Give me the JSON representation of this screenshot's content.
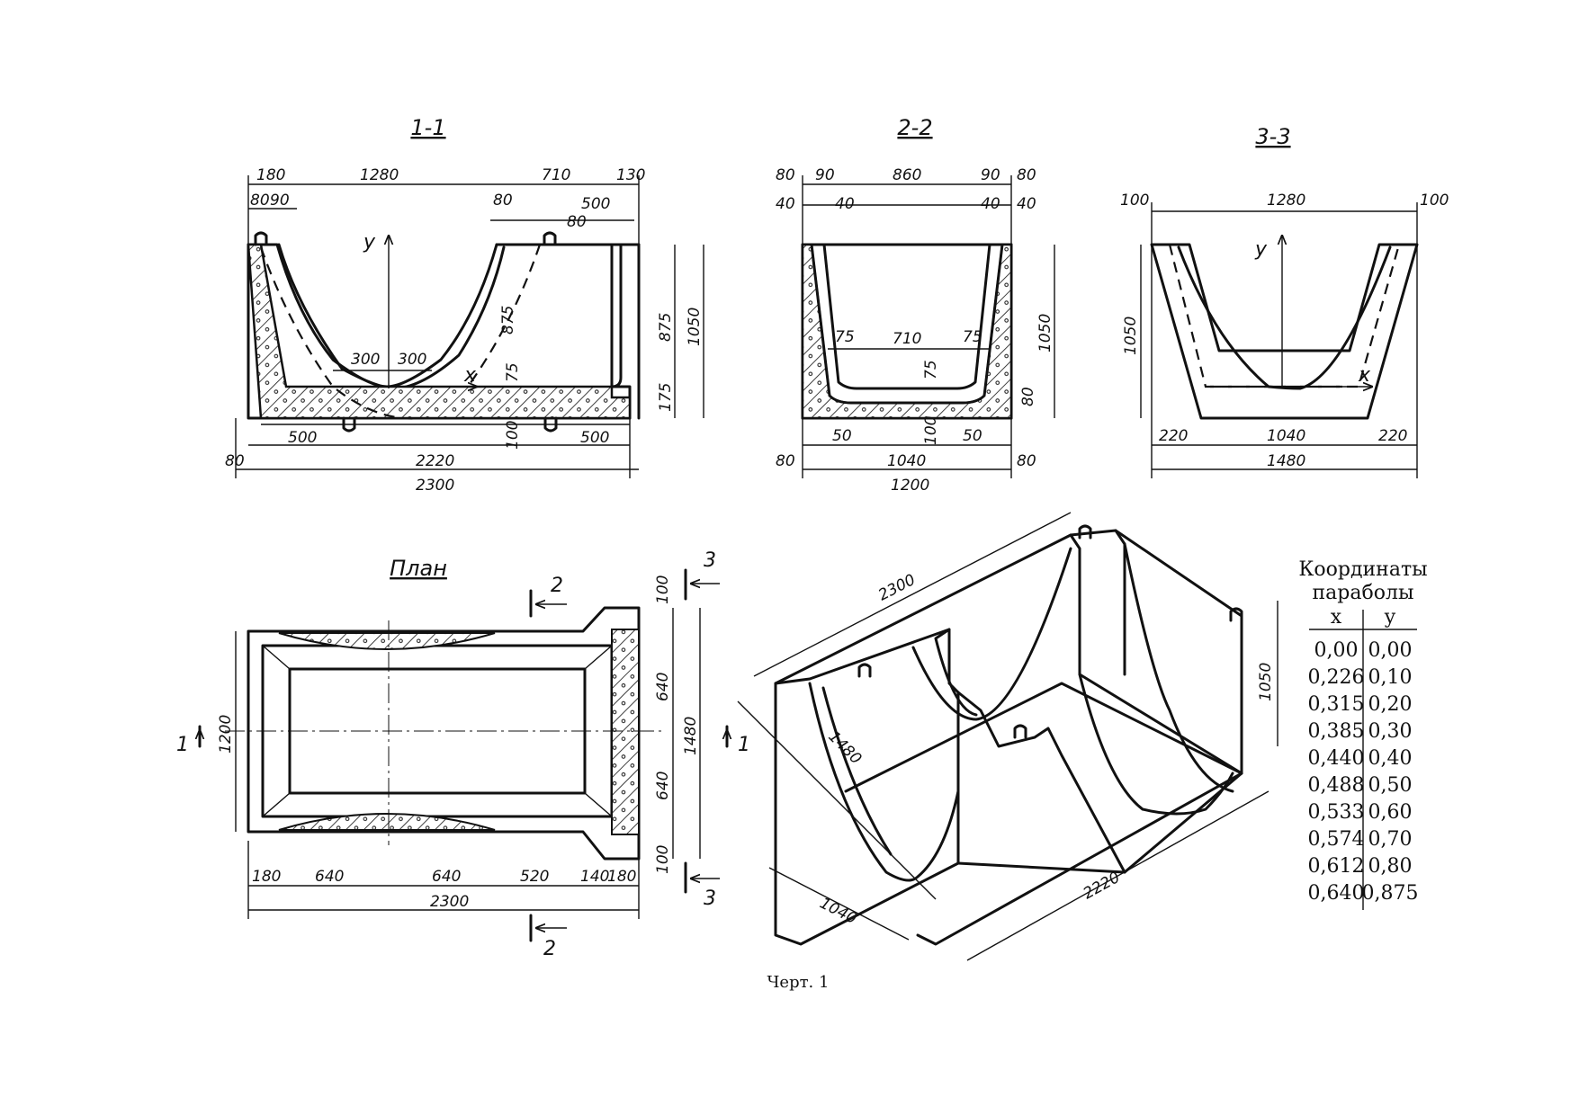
{
  "sections": {
    "s11": {
      "title": "1-1",
      "dims": [
        "180",
        "1280",
        "710",
        "130",
        "80",
        "90",
        "80",
        "500",
        "80",
        "300",
        "300",
        "875",
        "75",
        "875",
        "1050",
        "175",
        "500",
        "100",
        "500",
        "80",
        "2220",
        "2300"
      ],
      "axis_y": "y",
      "axis_x": "x"
    },
    "s22": {
      "title": "2-2",
      "dims": [
        "80",
        "90",
        "860",
        "90",
        "80",
        "40",
        "40",
        "40",
        "40",
        "75",
        "710",
        "75",
        "1050",
        "75",
        "80",
        "50",
        "100",
        "50",
        "80",
        "1040",
        "80",
        "1200"
      ]
    },
    "s33": {
      "title": "3-3",
      "dims": [
        "100",
        "1280",
        "100",
        "1050",
        "220",
        "1040",
        "220",
        "1480"
      ],
      "axis_y": "y",
      "axis_x": "x"
    },
    "plan": {
      "title": "План",
      "dims": [
        "100",
        "640",
        "1480",
        "640",
        "100",
        "1200",
        "180",
        "640",
        "640",
        "520",
        "140",
        "180",
        "2300"
      ],
      "cut_labels": [
        "2",
        "3",
        "1",
        "1",
        "3",
        "2"
      ]
    },
    "iso": {
      "dims": [
        "2300",
        "1480",
        "1050",
        "1040",
        "2220"
      ]
    }
  },
  "table": {
    "title_line1": "Координаты",
    "title_line2": "параболы",
    "col_x": "x",
    "col_y": "y",
    "rows": [
      [
        "0,00",
        "0,00"
      ],
      [
        "0,226",
        "0,10"
      ],
      [
        "0,315",
        "0,20"
      ],
      [
        "0,385",
        "0,30"
      ],
      [
        "0,440",
        "0,40"
      ],
      [
        "0,488",
        "0,50"
      ],
      [
        "0,533",
        "0,60"
      ],
      [
        "0,574",
        "0,70"
      ],
      [
        "0,612",
        "0,80"
      ],
      [
        "0,640",
        "0,875"
      ]
    ]
  },
  "caption": "Черт. 1"
}
